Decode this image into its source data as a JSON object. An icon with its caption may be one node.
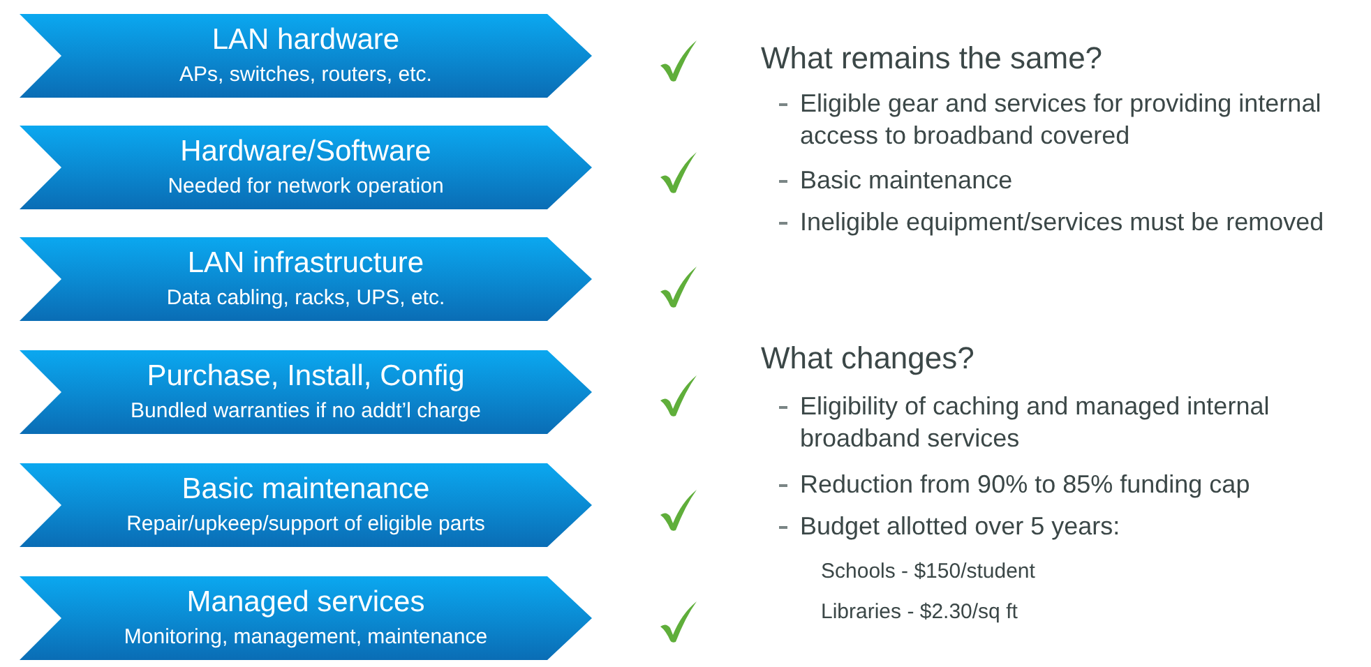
{
  "diagram": {
    "nodes": [
      {
        "text": [
          "LAN hardware",
          "APs, switches, routers, etc."
        ]
      },
      {
        "text": [
          "Hardware/Software",
          "Needed for network operation"
        ]
      },
      {
        "text": [
          "LAN infrastructure",
          "Data cabling, racks, UPS, etc."
        ]
      },
      {
        "text": [
          "Purchase, Install, Config",
          "Bundled warranties if no addt’l charge"
        ]
      },
      {
        "text": [
          "Basic maintenance",
          "Repair/upkeep/support of eligible parts"
        ]
      },
      {
        "text": [
          "Managed services",
          "Monitoring, management, maintenance"
        ]
      }
    ],
    "labels": [
      "What remains the same?",
      "Eligible gear and services for providing internal access to broadband covered",
      "Basic maintenance",
      "Ineligible equipment/services must be removed",
      "What changes?",
      "Eligibility of caching and managed internal broadband services",
      "Reduction from 90% to 85% funding cap",
      "Budget allotted over 5 years:",
      "Schools - $150/student",
      "Libraries - $2.30/sq ft"
    ]
  }
}
